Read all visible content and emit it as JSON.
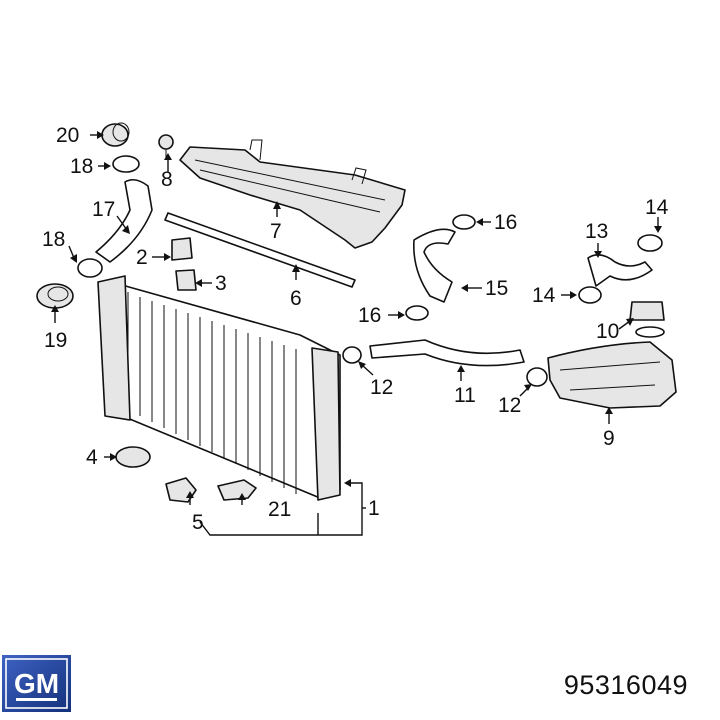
{
  "diagram": {
    "callouts": [
      "20",
      "18",
      "8",
      "17",
      "18",
      "2",
      "3",
      "19",
      "7",
      "6",
      "16",
      "15",
      "16",
      "13",
      "14",
      "14",
      "10",
      "12",
      "11",
      "12",
      "9",
      "4",
      "5",
      "21",
      "1"
    ]
  },
  "footer": {
    "brand_text": "GM",
    "part_number": "95316049",
    "brand_color": "#1b3b8f"
  }
}
